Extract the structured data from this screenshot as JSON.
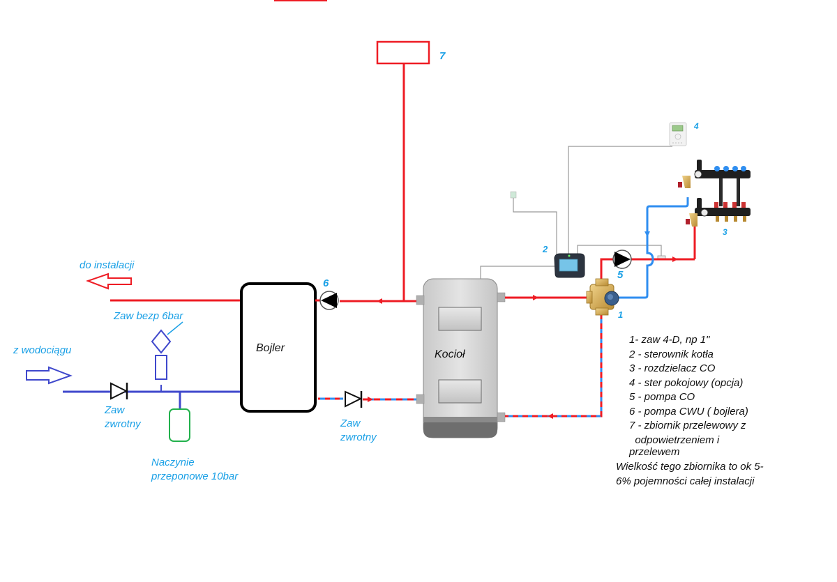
{
  "labels": {
    "do_instalacji": "do instalacji",
    "z_wodociagu": "z wodociągu",
    "zaw_bezp": "Zaw bezp 6bar",
    "zaw_zwrotny_1": "Zaw\nzwrotny",
    "zaw_zwrotny_2": "Zaw\nzwrotny",
    "naczynie": "Naczynie\nprzeponowe 10bar",
    "bojler": "Bojler",
    "kociol": "Kocioł",
    "num_1": "1",
    "num_2": "2",
    "num_3": "3",
    "num_4": "4",
    "num_5": "5",
    "num_6": "6",
    "num_7": "7"
  },
  "legend": {
    "items": [
      "1- zaw 4-D, np 1\"",
      "2 - sterownik kotła",
      "3 - rozdzielacz CO",
      "4 - ster pokojowy (opcja)",
      "5 - pompa CO",
      "6 - pompa CWU ( bojlera)",
      "7 - zbiornik przelewowy z",
      "  odpowietrzeniem i",
      "przelewem"
    ],
    "note": [
      "Wielkość tego zbiornika to ok 5-",
      "6% pojemności całej instalacji"
    ]
  },
  "colors": {
    "hot": "#ee1c24",
    "cold_water": "#3f48cc",
    "return_blue": "#2f8ef0",
    "label_blue": "#1aa0e6",
    "expansion_green": "#22b14c"
  }
}
